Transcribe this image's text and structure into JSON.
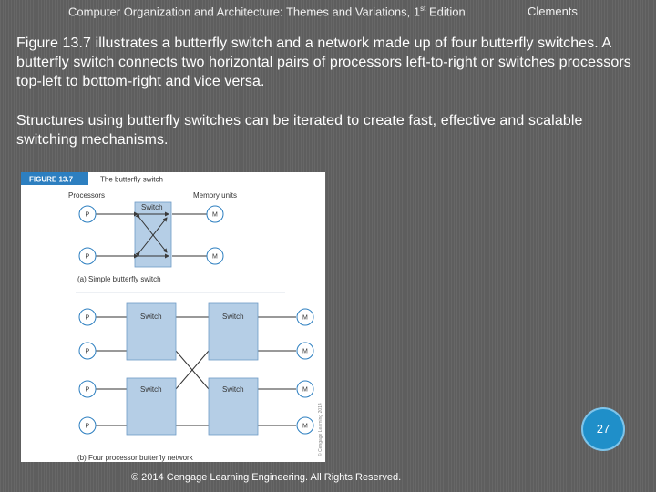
{
  "header": {
    "book_title": "Computer Organization and Architecture: Themes and Variations, 1",
    "book_sup": "st",
    "book_suffix": " Edition",
    "author": "Clements"
  },
  "body": {
    "paragraph_1": "Figure 13.7 illustrates a butterfly switch and a network made up of four butterfly switches. A butterfly switch connects two horizontal pairs of processors left-to-right or switches processors top-left to bottom-right and vice versa.",
    "paragraph_2": "Structures using butterfly switches can be iterated to create fast, effective and scalable switching mechanisms."
  },
  "figure": {
    "number": "FIGURE 13.7",
    "title": "The butterfly switch",
    "processors_label": "Processors",
    "memory_label": "Memory units",
    "switch_label": "Switch",
    "processor_node": "P",
    "memory_node": "M",
    "caption_a": "(a) Simple butterfly switch",
    "caption_b": "(b) Four processor butterfly network",
    "copyright_side": "© Cengage Learning 2014"
  },
  "page_number": "27",
  "footer": "© 2014 Cengage Learning Engineering. All Rights Reserved."
}
